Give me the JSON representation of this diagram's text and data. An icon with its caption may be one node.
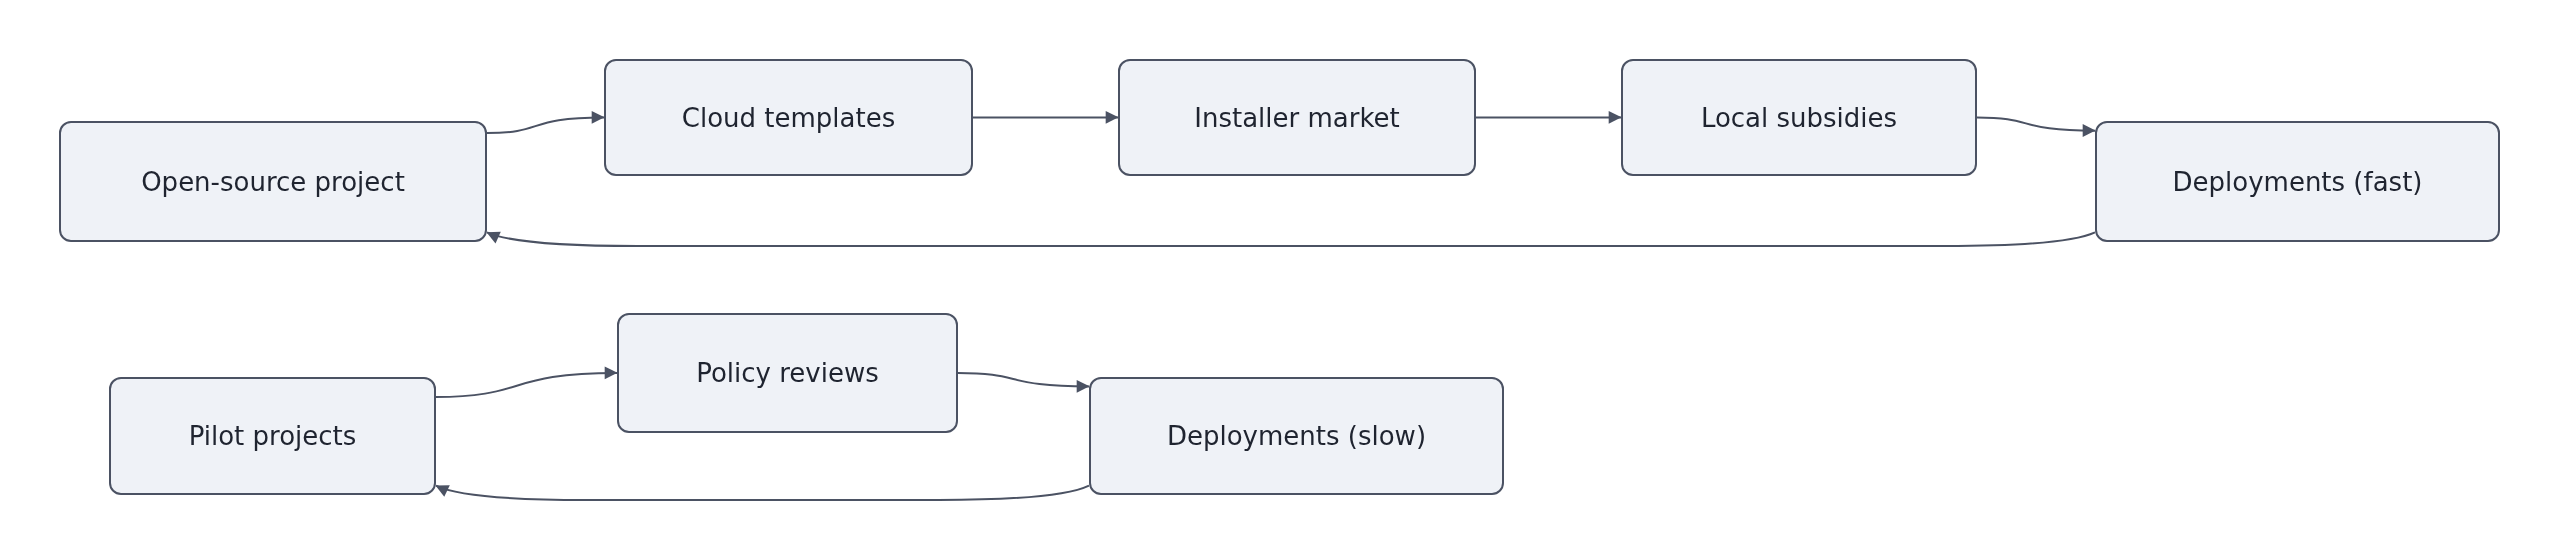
{
  "diagram": {
    "nodes": [
      {
        "text": [
          "Open-source project"
        ]
      },
      {
        "text": [
          "Cloud templates"
        ]
      },
      {
        "text": [
          "Installer market"
        ]
      },
      {
        "text": [
          "Local subsidies"
        ]
      },
      {
        "text": [
          "Deployments (fast)"
        ]
      },
      {
        "text": [
          "Pilot projects"
        ]
      },
      {
        "text": [
          "Policy reviews"
        ]
      },
      {
        "text": [
          "Deployments (slow)"
        ]
      }
    ],
    "edges": [
      {
        "from": 0,
        "to": 1,
        "arrow": "to"
      },
      {
        "from": 1,
        "to": 2,
        "arrow": "to"
      },
      {
        "from": 2,
        "to": 3,
        "arrow": "to"
      },
      {
        "from": 3,
        "to": 4,
        "arrow": "to"
      },
      {
        "from": 4,
        "to": 0,
        "arrow": "to"
      },
      {
        "from": 5,
        "to": 6,
        "arrow": "to"
      },
      {
        "from": 6,
        "to": 7,
        "arrow": "to"
      },
      {
        "from": 7,
        "to": 5,
        "arrow": "to"
      }
    ]
  }
}
